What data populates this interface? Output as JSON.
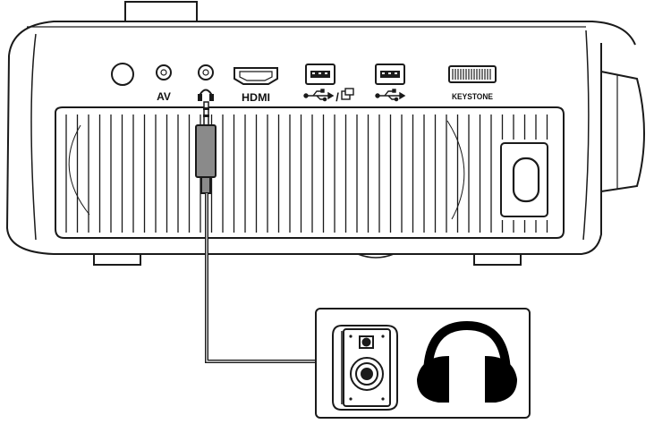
{
  "labels": {
    "av": "AV",
    "hdmi": "HDMI",
    "keystone": "KEYSTONE",
    "slash": "/"
  },
  "icons": {
    "headphone_port": "headphone-icon",
    "usb_a": "usb-icon",
    "usb_b": "usb-icon",
    "screen_mirror": "screen-mirror-icon",
    "speaker": "speaker-icon",
    "headphones": "headphones-icon"
  },
  "colors": {
    "line": "#1a1a1a",
    "background": "#ffffff",
    "fill_dark": "#000000",
    "cable_gray": "#8a8a8a"
  }
}
